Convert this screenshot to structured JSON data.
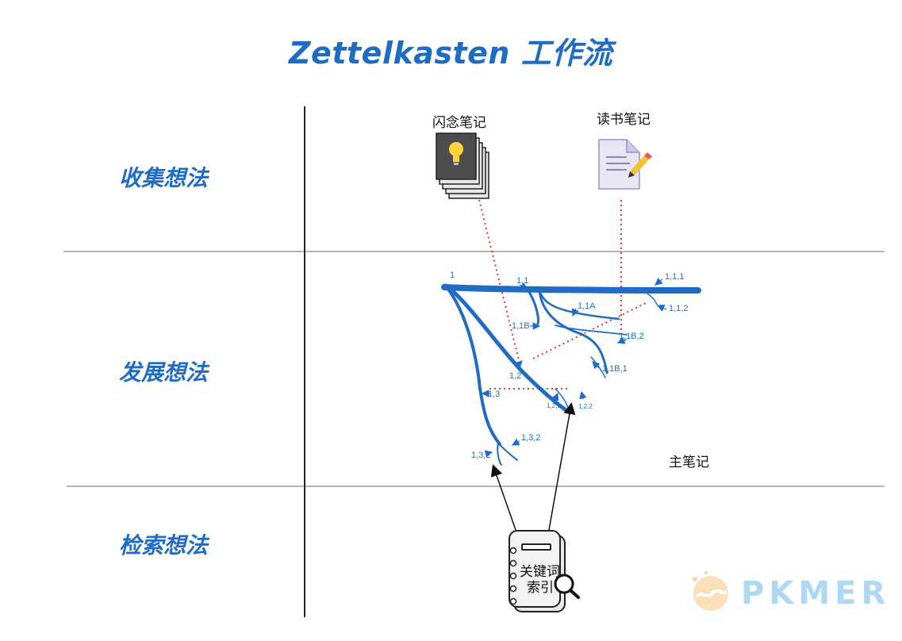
{
  "title": "Zettelkasten 工作流",
  "rows": {
    "collect": "收集想法",
    "develop": "发展想法",
    "retrieve": "检索想法"
  },
  "captions": {
    "fleeting": "闪念笔记",
    "reading": "读书笔记",
    "main": "主笔记"
  },
  "index_card": {
    "line1": "关键词",
    "line2": "索引"
  },
  "nodes": {
    "n1": "1",
    "n11": "1,1",
    "n111": "1,1,1",
    "n112": "1,1,2",
    "n11A": "1,1A",
    "n11B": "1,1B",
    "n11B2": "1,1B,2",
    "n11B1": "1,1B,1",
    "n12": "1,2",
    "n13": "1,3",
    "n121": "1,2,1",
    "n122": "1,2,2",
    "n132": "1,3,2",
    "n132b": "1,3,2"
  },
  "watermark": "PKMER",
  "colors": {
    "accent": "#1f6cc5",
    "link": "#e02020",
    "grid": "#b5b5b5"
  }
}
